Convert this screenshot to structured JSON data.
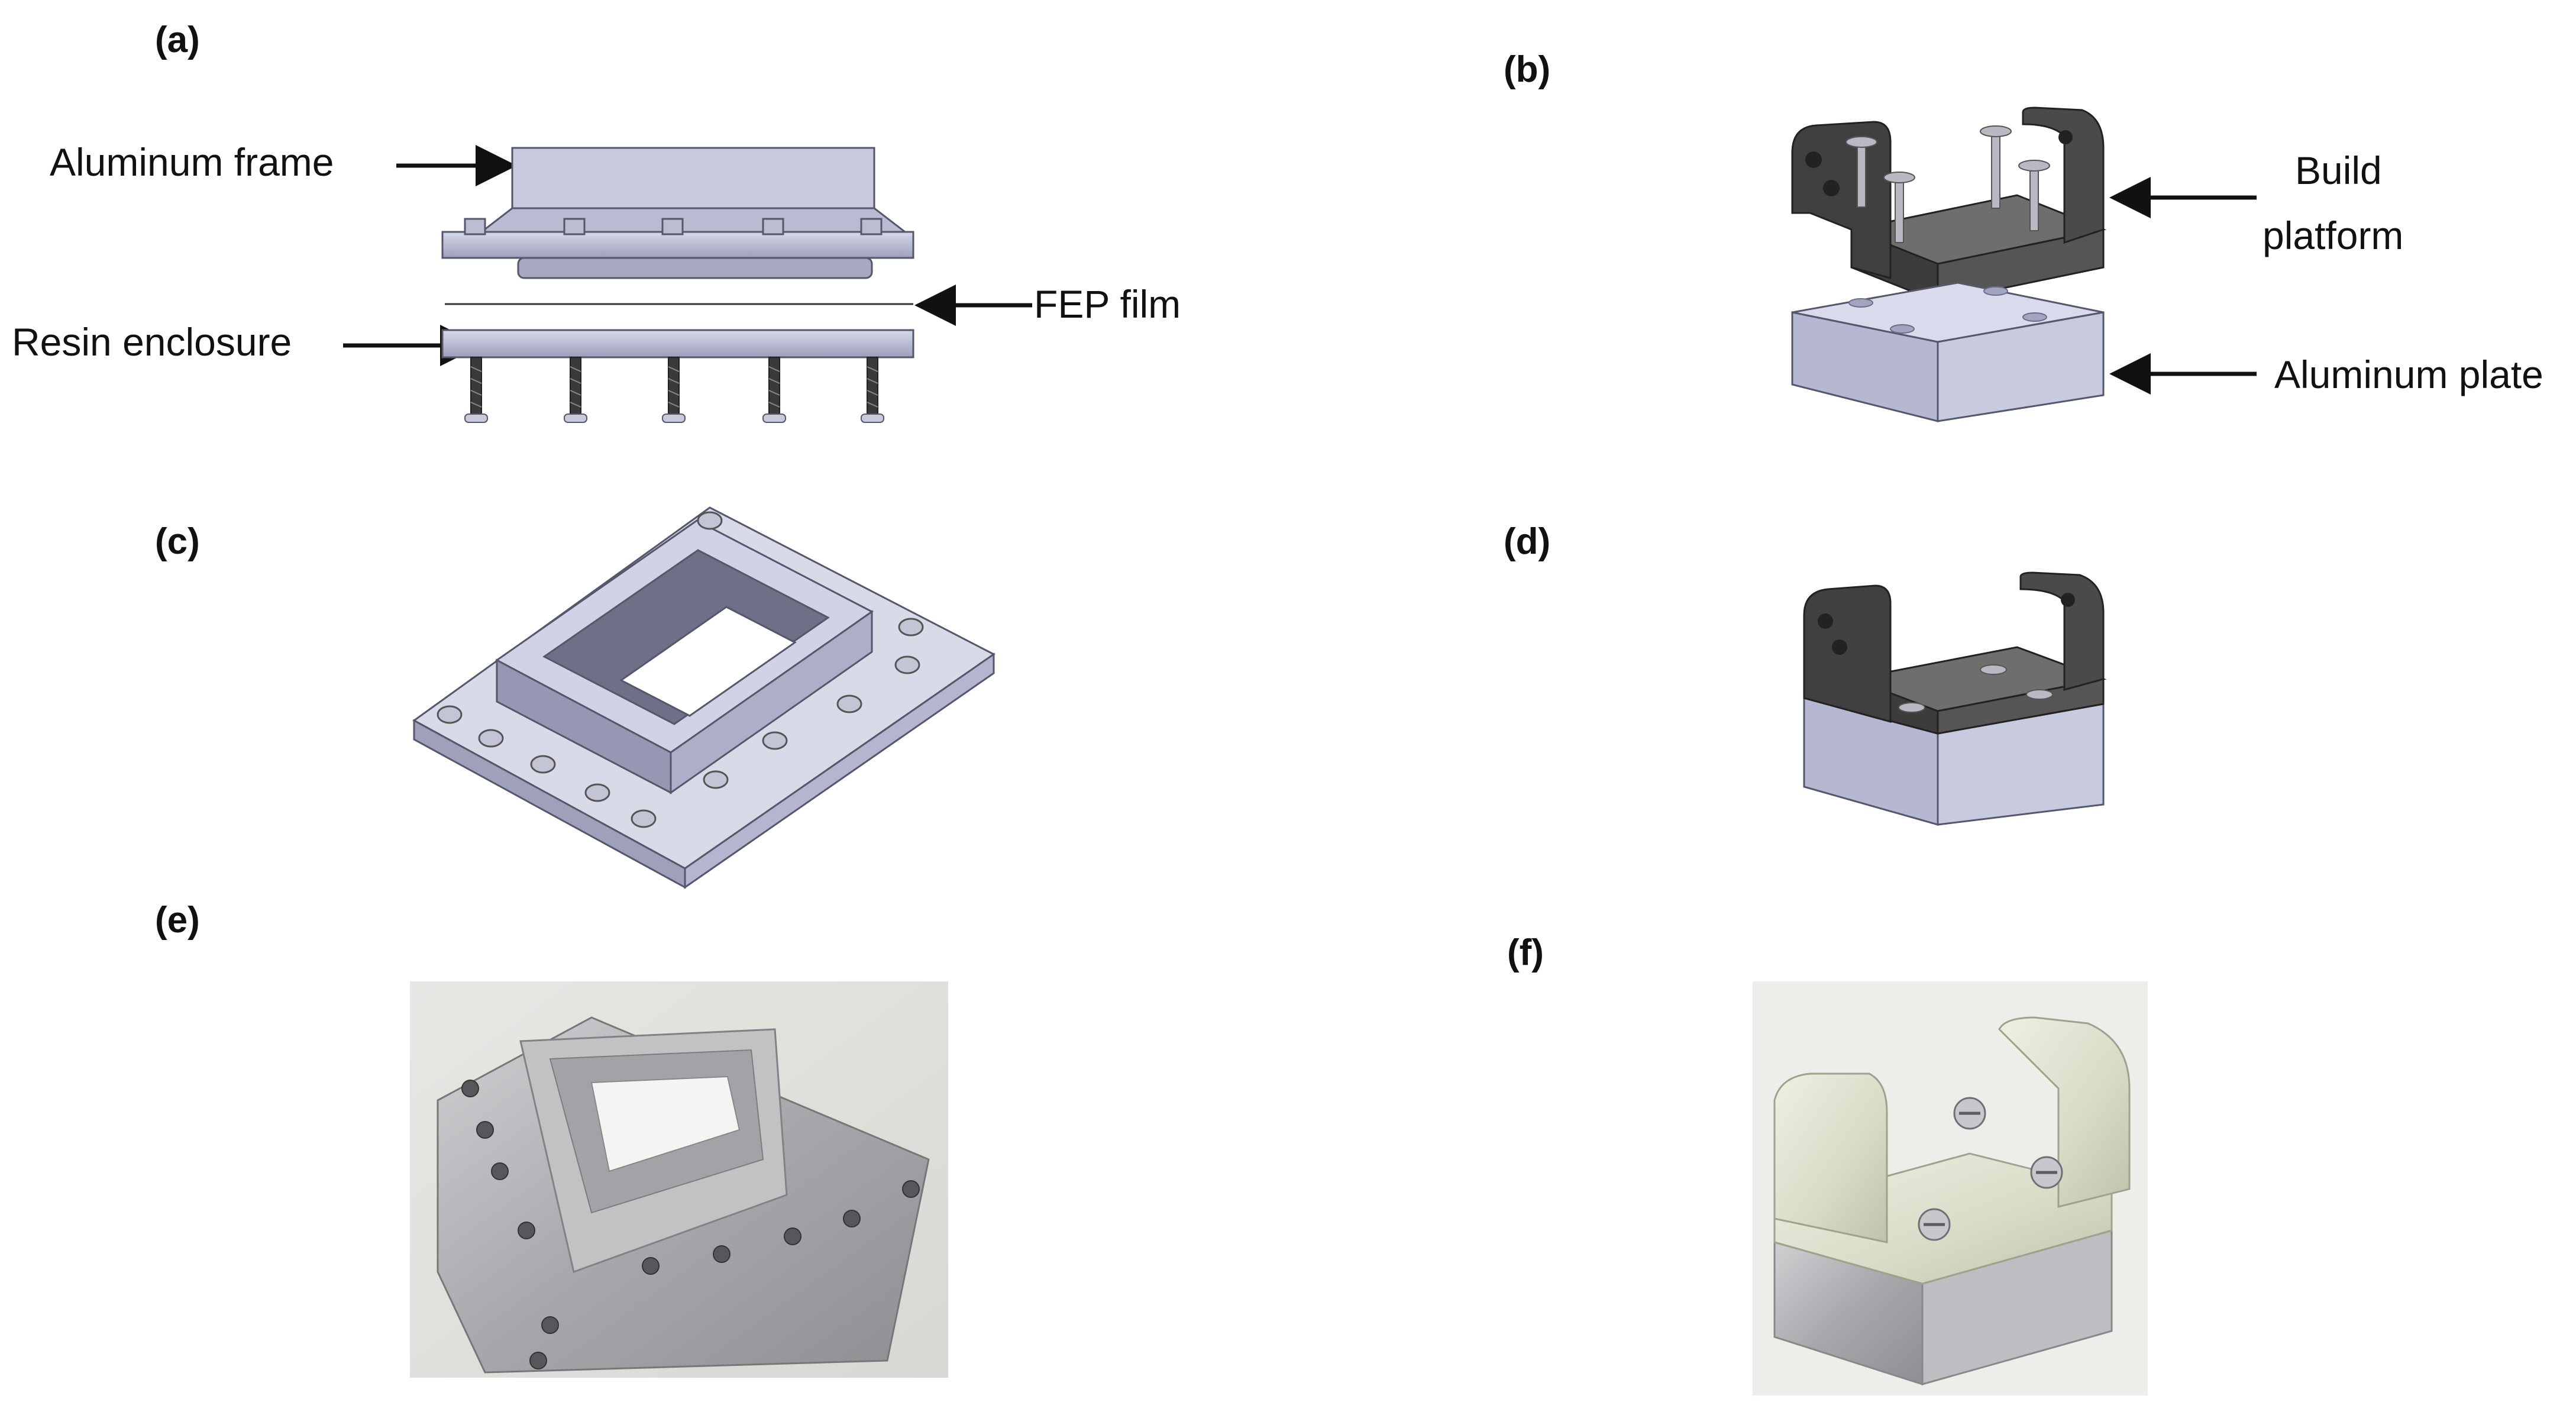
{
  "panels": {
    "a": {
      "label": "(a)",
      "callouts": {
        "aluminum_frame": "Aluminum frame",
        "fep_film": "FEP film",
        "resin_enclosure": "Resin enclosure"
      }
    },
    "b": {
      "label": "(b)",
      "callouts": {
        "build_platform_line1": "Build",
        "build_platform_line2": "platform",
        "aluminum_plate": "Aluminum plate"
      }
    },
    "c": {
      "label": "(c)"
    },
    "d": {
      "label": "(d)"
    },
    "e": {
      "label": "(e)"
    },
    "f": {
      "label": "(f)"
    }
  },
  "colors": {
    "aluminum_light": "#c9cbe0",
    "aluminum_mid": "#a9abc6",
    "aluminum_dark": "#7d7f99",
    "dark_plastic": "#4a4a4a",
    "dark_plastic_shade": "#2e2e2e",
    "photo_background": "#eceae7"
  }
}
